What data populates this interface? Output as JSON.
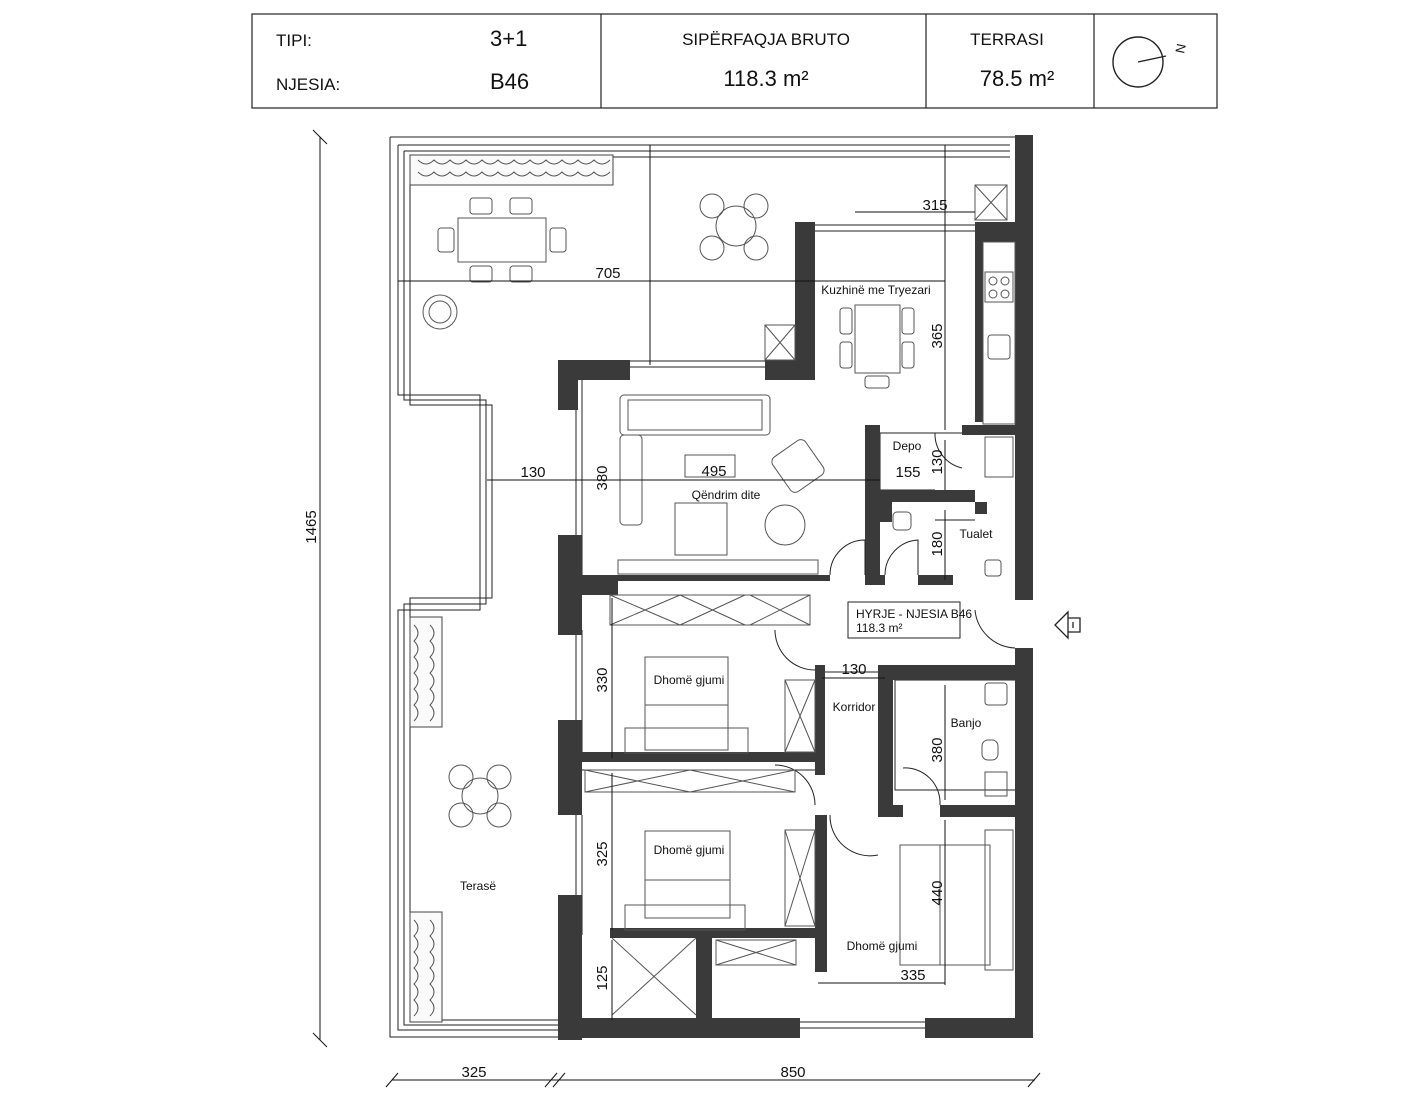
{
  "header": {
    "tipi_label": "TIPI:",
    "tipi_value": "3+1",
    "njesia_label": "NJESIA:",
    "njesia_value": "B46",
    "siperfaqja_label": "SIPËRFAQJA BRUTO",
    "siperfaqja_value": "118.3 m²",
    "terrasi_label": "TERRASI",
    "terrasi_value": "78.5 m²",
    "north_label": "N"
  },
  "rooms": {
    "kuzhine": "Kuzhinë me Tryezari",
    "qendrim": "Qëndrim dite",
    "depo": "Depo",
    "tualet": "Tualet",
    "dhome1": "Dhomë gjumi",
    "dhome2": "Dhomë gjumi",
    "dhome3": "Dhomë gjumi",
    "korridor": "Korridor",
    "banjo": "Banjo",
    "terase": "Terasë"
  },
  "entrance": {
    "title": "HYRJE - NJESIA B46",
    "area": "118.3 m²"
  },
  "dimensions": {
    "d315": "315",
    "d705": "705",
    "d365": "365",
    "d130a": "130",
    "d495": "495",
    "d380a": "380",
    "d155": "155",
    "d130b": "130",
    "d180": "180",
    "d330": "330",
    "d130c": "130",
    "d380b": "380",
    "d325a": "325",
    "d440": "440",
    "d125": "125",
    "d335": "335",
    "d1465": "1465",
    "d325b": "325",
    "d850": "850"
  }
}
